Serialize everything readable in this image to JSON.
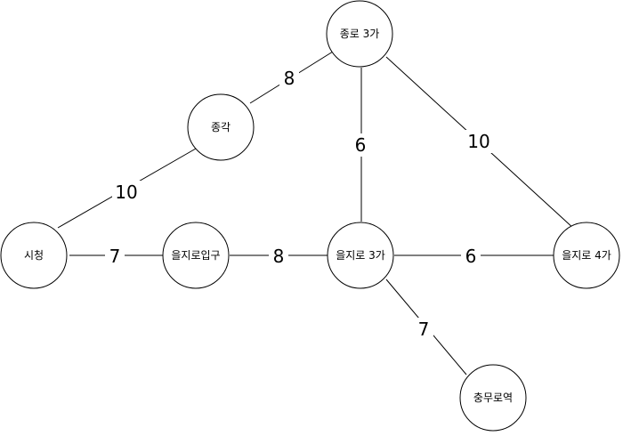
{
  "nodes": [
    {
      "id": "jongno3",
      "label": "종로 3가"
    },
    {
      "id": "jonggak",
      "label": "종각"
    },
    {
      "id": "cityhall",
      "label": "시청"
    },
    {
      "id": "euljiroipgu",
      "label": "을지로입구"
    },
    {
      "id": "euljiro3",
      "label": "을지로 3가"
    },
    {
      "id": "euljiro4",
      "label": "을지로 4가"
    },
    {
      "id": "chungmuro",
      "label": "충무로역"
    }
  ],
  "edges": [
    {
      "from": "jongno3",
      "to": "jonggak",
      "weight": "8"
    },
    {
      "from": "jonggak",
      "to": "cityhall",
      "weight": "10"
    },
    {
      "from": "cityhall",
      "to": "euljiroipgu",
      "weight": "7"
    },
    {
      "from": "euljiroipgu",
      "to": "euljiro3",
      "weight": "8"
    },
    {
      "from": "jongno3",
      "to": "euljiro3",
      "weight": "6"
    },
    {
      "from": "jongno3",
      "to": "euljiro4",
      "weight": "10"
    },
    {
      "from": "euljiro3",
      "to": "euljiro4",
      "weight": "6"
    },
    {
      "from": "euljiro3",
      "to": "chungmuro",
      "weight": "7"
    }
  ]
}
